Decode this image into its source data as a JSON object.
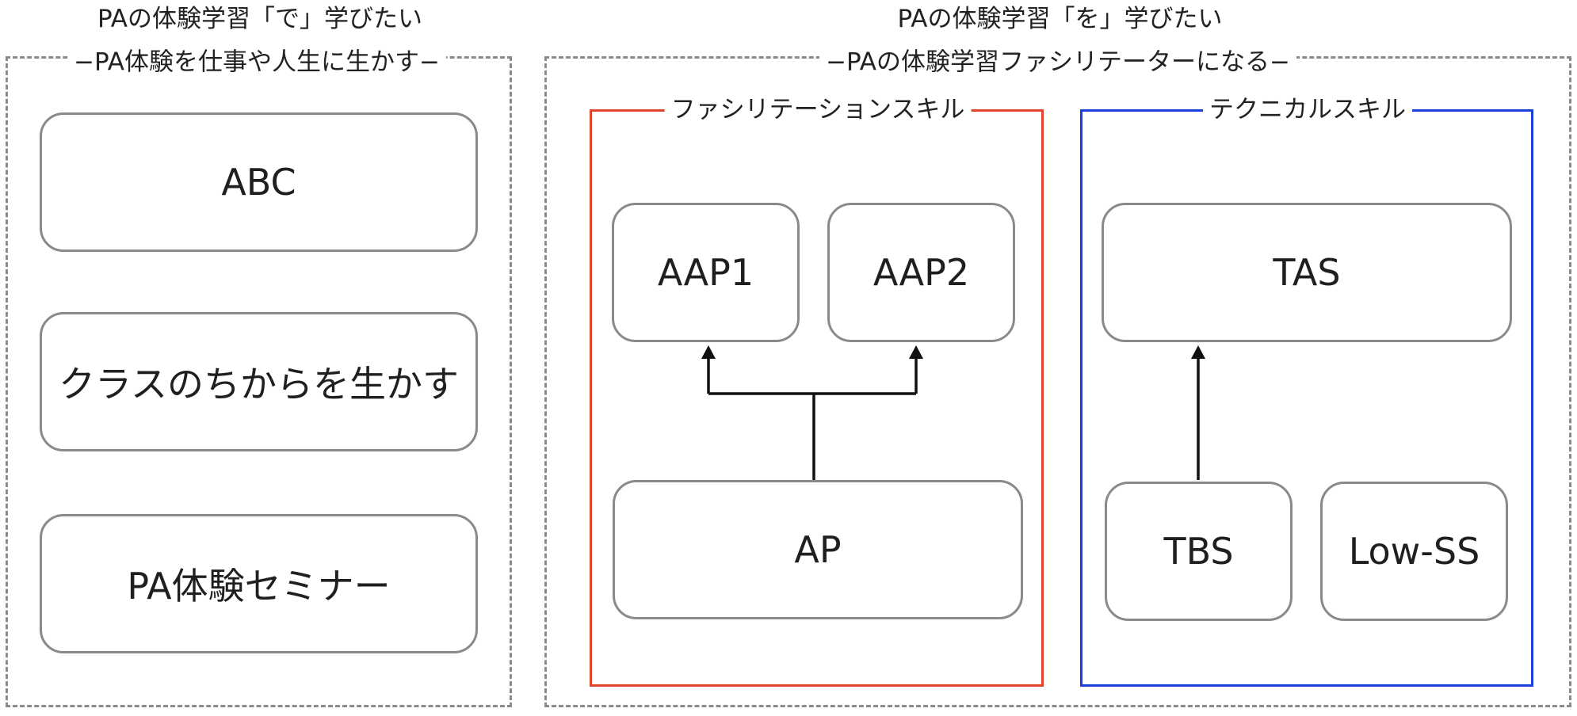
{
  "left_section": {
    "title": "PAの体験学習「で」学びたい",
    "subtitle": "−PA体験を仕事や人生に生かす−",
    "programs": [
      "ABC",
      "クラスのちからを生かす",
      "PA体験セミナー"
    ]
  },
  "right_section": {
    "title": "PAの体験学習「を」学びたい",
    "subtitle": "−PAの体験学習ファシリテーターになる−",
    "facilitation": {
      "label": "ファシリテーションスキル",
      "color": "#e0442a",
      "boxes": {
        "aap1": "AAP1",
        "aap2": "AAP2",
        "ap": "AP"
      }
    },
    "technical": {
      "label": "テクニカルスキル",
      "color": "#1a3fd8",
      "boxes": {
        "tas": "TAS",
        "tbs": "TBS",
        "low_ss": "Low-SS"
      }
    }
  },
  "colors": {
    "dashed_border": "#8a8a8a",
    "box_border": "#8a8a8a",
    "connector": "#111111"
  }
}
